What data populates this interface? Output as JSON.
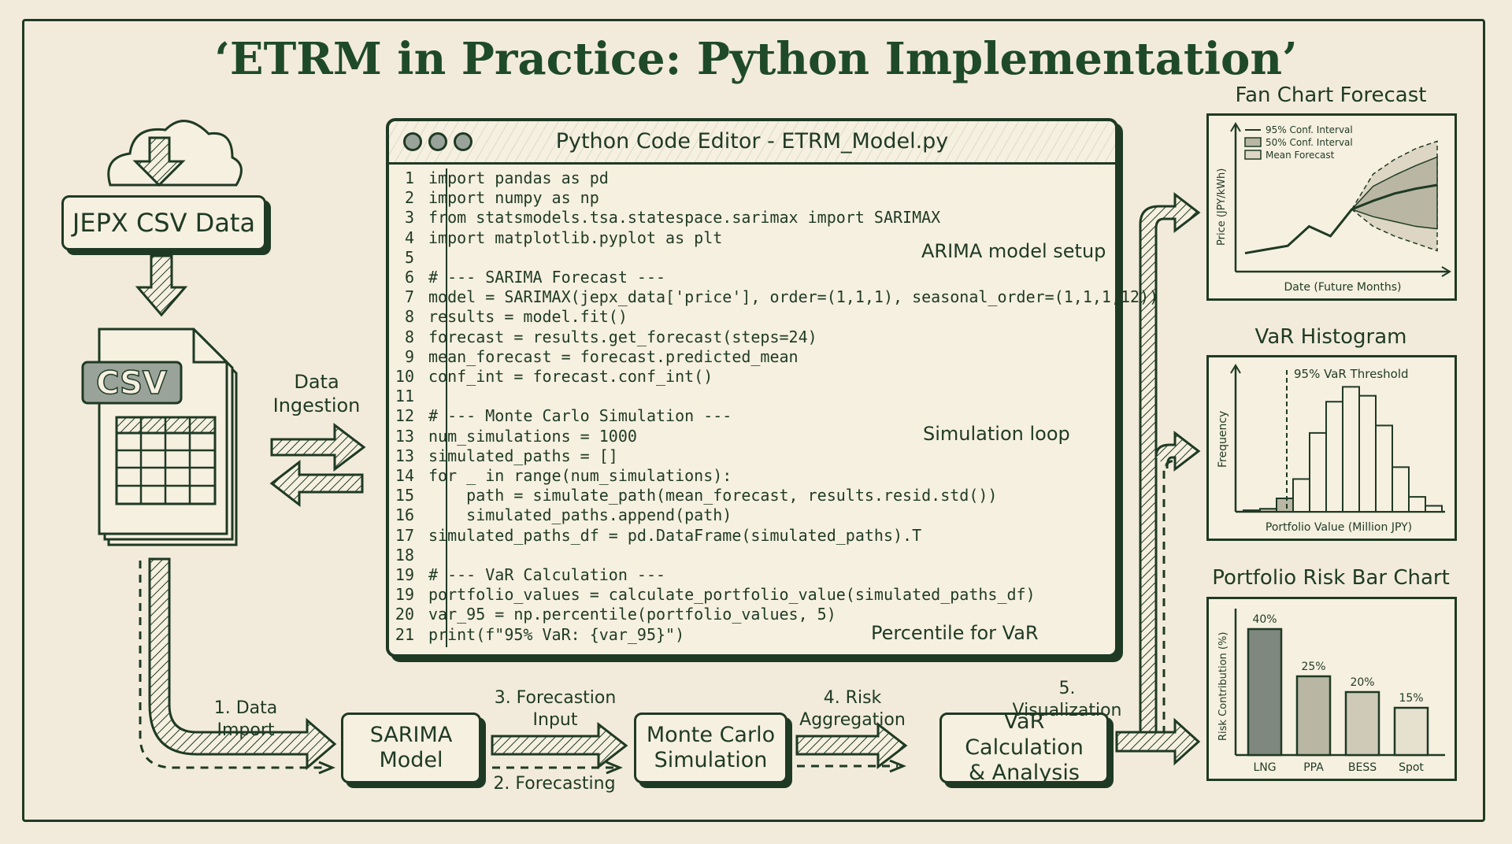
{
  "title": "‘ETRM in Practice: Python Implementation’",
  "source": {
    "label": "JEPX CSV Data",
    "file_label": "CSV"
  },
  "ingestion_label": "Data\nIngestion",
  "editor": {
    "title": "Python Code Editor - ETRM_Model.py",
    "lines": [
      {
        "n": "1",
        "code": "import pandas as pd"
      },
      {
        "n": "2",
        "code": "import numpy as np"
      },
      {
        "n": "3",
        "code": "from statsmodels.tsa.statespace.sarimax import SARIMAX"
      },
      {
        "n": "4",
        "code": "import matplotlib.pyplot as plt"
      },
      {
        "n": "5",
        "code": ""
      },
      {
        "n": "6",
        "code": "# --- SARIMA Forecast ---"
      },
      {
        "n": "7",
        "code": "model = SARIMAX(jepx_data['price'], order=(1,1,1), seasonal_order=(1,1,1,12))"
      },
      {
        "n": "8",
        "code": "results = model.fit()"
      },
      {
        "n": "8",
        "code": "forecast = results.get_forecast(steps=24)"
      },
      {
        "n": "9",
        "code": "mean_forecast = forecast.predicted_mean"
      },
      {
        "n": "10",
        "code": "conf_int = forecast.conf_int()"
      },
      {
        "n": "11",
        "code": ""
      },
      {
        "n": "12",
        "code": "# --- Monte Carlo Simulation ---"
      },
      {
        "n": "13",
        "code": "num_simulations = 1000"
      },
      {
        "n": "13",
        "code": "simulated_paths = []"
      },
      {
        "n": "14",
        "code": "for _ in range(num_simulations):"
      },
      {
        "n": "15",
        "code": "    path = simulate_path(mean_forecast, results.resid.std())"
      },
      {
        "n": "16",
        "code": "    simulated_paths.append(path)"
      },
      {
        "n": "17",
        "code": "simulated_paths_df = pd.DataFrame(simulated_paths).T"
      },
      {
        "n": "18",
        "code": ""
      },
      {
        "n": "19",
        "code": "# --- VaR Calculation ---"
      },
      {
        "n": "19",
        "code": "portfolio_values = calculate_portfolio_value(simulated_paths_df)"
      },
      {
        "n": "20",
        "code": "var_95 = np.percentile(portfolio_values, 5)"
      },
      {
        "n": "21",
        "code": "print(f\"95% VaR: {var_95}\")"
      }
    ],
    "annotations": {
      "arima": "ARIMA model setup",
      "simulation": "Simulation loop",
      "percentile": "Percentile for VaR"
    }
  },
  "pipeline": {
    "step1": "1. Data Import",
    "step2": "2. Forecasting",
    "step3": "3. Forecastion\nInput",
    "step4": "4. Risk\nAggregation",
    "step5": "5. Visualization",
    "sarima": "SARIMA\nModel",
    "monte_carlo": "Monte Carlo\nSimulation",
    "var_calc": "VaR Calculation\n& Analysis"
  },
  "fan_chart": {
    "title": "Fan Chart Forecast",
    "ylabel": "Price (JPY/kWh)",
    "xlabel": "Date (Future Months)",
    "legend": [
      "95% Conf. Interval",
      "50% Conf. Interval",
      "Mean Forecast"
    ]
  },
  "var_histogram": {
    "title": "VaR Histogram",
    "ylabel": "Frequency",
    "xlabel": "Portfolio Value (Million JPY)",
    "threshold_label": "95% VaR Threshold"
  },
  "risk_chart": {
    "title": "Portfolio Risk Bar Chart",
    "ylabel": "Risk Contribution (%)"
  },
  "chart_data": [
    {
      "type": "area",
      "title": "Fan Chart Forecast",
      "xlabel": "Date (Future Months)",
      "ylabel": "Price (JPY/kWh)",
      "series": [
        {
          "name": "Mean Forecast",
          "values": [
            1.0,
            1.3,
            1.6,
            3.2,
            2.4,
            4.6,
            5.3,
            5.9,
            6.3,
            6.6
          ]
        },
        {
          "name": "50% Conf. Interval",
          "values": [
            [
              4.6,
              4.6
            ],
            [
              4.0,
              6.5
            ],
            [
              3.6,
              7.4
            ],
            [
              3.2,
              8.2
            ],
            [
              3.0,
              8.9
            ]
          ]
        },
        {
          "name": "95% Conf. Interval",
          "values": [
            [
              4.6,
              4.6
            ],
            [
              3.2,
              7.5
            ],
            [
              2.4,
              8.7
            ],
            [
              1.8,
              9.6
            ],
            [
              1.2,
              10.2
            ]
          ]
        }
      ]
    },
    {
      "type": "bar",
      "title": "VaR Histogram",
      "xlabel": "Portfolio Value (Million JPY)",
      "ylabel": "Frequency",
      "values": [
        1,
        2,
        9,
        22,
        53,
        74,
        84,
        78,
        58,
        30,
        10,
        4
      ],
      "annotations": [
        "95% VaR Threshold"
      ],
      "highlighted_bins": [
        0,
        1,
        2
      ]
    },
    {
      "type": "bar",
      "title": "Portfolio Risk Bar Chart",
      "ylabel": "Risk Contribution (%)",
      "categories": [
        "LNG",
        "PPA",
        "BESS",
        "Spot"
      ],
      "values": [
        40,
        25,
        20,
        15
      ],
      "value_labels": [
        "40%",
        "25%",
        "20%",
        "15%"
      ]
    }
  ]
}
